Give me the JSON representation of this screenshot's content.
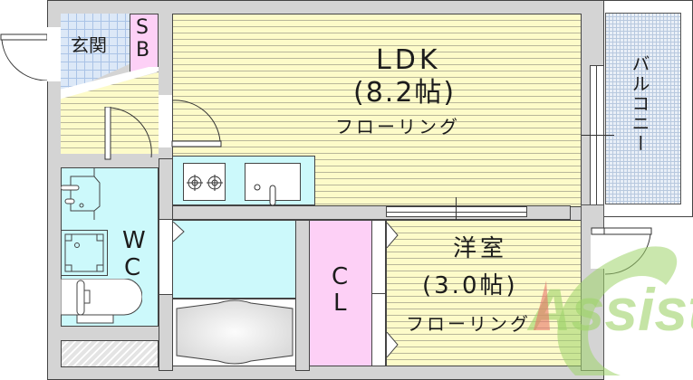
{
  "floorplan": {
    "rooms": {
      "genkan": {
        "label": "玄関"
      },
      "shoe_box": {
        "label_line1": "S",
        "label_line2": "B"
      },
      "ldk": {
        "label": "LDK",
        "size": "(8.2帖)",
        "flooring": "フローリング"
      },
      "balcony": {
        "label": "バルコニー"
      },
      "wc": {
        "label_line1": "W",
        "label_line2": "C"
      },
      "closet": {
        "label_line1": "C",
        "label_line2": "L"
      },
      "western_room": {
        "label": "洋室",
        "size": "(3.0帖)",
        "flooring": "フローリング"
      }
    },
    "fixtures": [
      "gas-stove-2-burner",
      "kitchen-sink",
      "washbasin",
      "washing-machine-pan",
      "toilet",
      "bathtub"
    ],
    "watermark": {
      "text": "Assist",
      "color": "#9fd36a",
      "accent_color": "#e8766b"
    },
    "colors": {
      "wall": "#d4d4d4",
      "wood_floor": "#fdfbc9",
      "wet_area": "#ccf9fb",
      "storage": "#fdd0f6",
      "entrance_tile": "#dce8f7"
    }
  }
}
